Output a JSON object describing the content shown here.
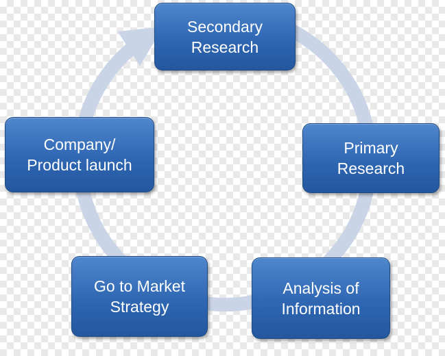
{
  "diagram": {
    "type": "cycle",
    "nodes": [
      {
        "id": "secondary",
        "label": "Secondary\nResearch"
      },
      {
        "id": "primary",
        "label": "Primary\nResearch"
      },
      {
        "id": "analysis",
        "label": "Analysis of\nInformation"
      },
      {
        "id": "gotomkt",
        "label": "Go to Market\nStrategy"
      },
      {
        "id": "company",
        "label": "Company/\nProduct launch"
      }
    ],
    "colors": {
      "box": "#2f67b3",
      "box_border": "#1d4a86",
      "text": "#ffffff",
      "ring": "#c9d4e6"
    }
  }
}
